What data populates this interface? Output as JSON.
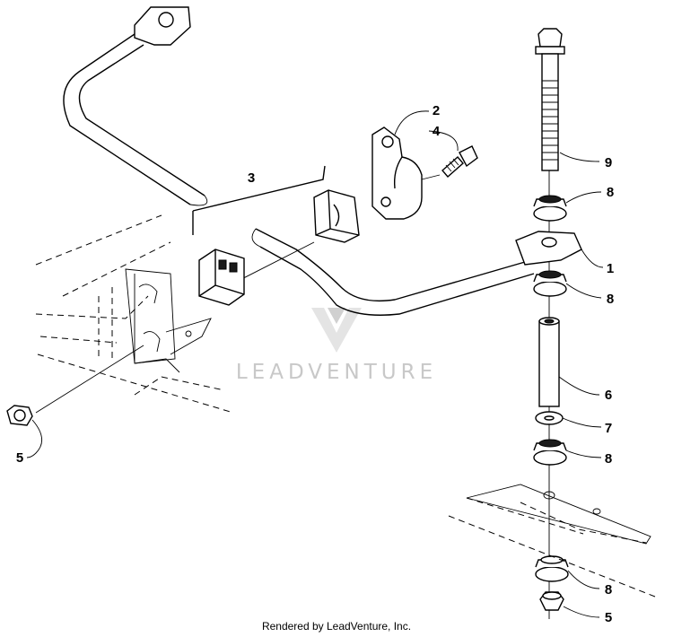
{
  "diagram": {
    "callouts": [
      "1",
      "2",
      "3",
      "4",
      "5",
      "6",
      "7",
      "8",
      "9"
    ],
    "callout_8_repeats": [
      "8",
      "8",
      "8",
      "8"
    ],
    "callout_5_repeat": "5",
    "watermark": "LEADVENTURE"
  },
  "footer": {
    "rendered_by": "Rendered by LeadVenture, Inc."
  }
}
